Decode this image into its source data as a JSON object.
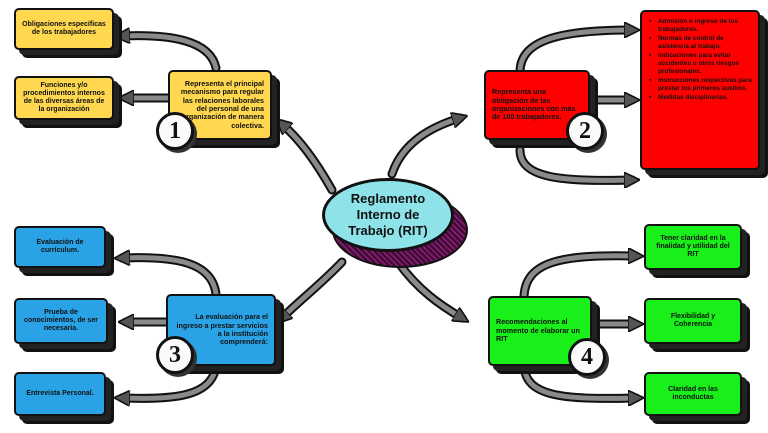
{
  "center": {
    "title": "Reglamento Interno de Trabajo (RIT)"
  },
  "branch1": {
    "number": "1",
    "main": "Representa el principal mecanismo para regular las relaciones laborales del personal de una organización de manera colectiva.",
    "items": [
      "Obligaciones específicas de los trabajadores",
      "Funciones y/o procedimientos internos de las diversas áreas de la organización"
    ],
    "color": "#ffd84f"
  },
  "branch2": {
    "number": "2",
    "main": "Representa una obligación de las organizaciones con más de 100 trabajadores.",
    "items": [
      "Admisión o ingreso de los trabajadores.",
      "Normas de control de asistencia al trabajo.",
      "Indicaciones para evitar accidentes u otros riesgos profesionales.",
      "Instrucciones respectivas para prestar los primeros auxilios.",
      "Medidas disciplinarias."
    ],
    "color": "#ff0000"
  },
  "branch3": {
    "number": "3",
    "main": "La evaluación para el ingreso a prestar servicios a la institución comprenderá:",
    "items": [
      "Evaluación de currículum.",
      "Prueba de conocimientos, de ser necesaria.",
      "Entrevista Personal."
    ],
    "color": "#2aa3e6"
  },
  "branch4": {
    "number": "4",
    "main": "Recomendaciones al momento de elaborar un RIT",
    "items": [
      "Tener claridad en la finalidad y utilidad del RIT",
      "Flexibilidad y Coherencia",
      "Claridad en las inconductas"
    ],
    "color": "#19f019"
  }
}
